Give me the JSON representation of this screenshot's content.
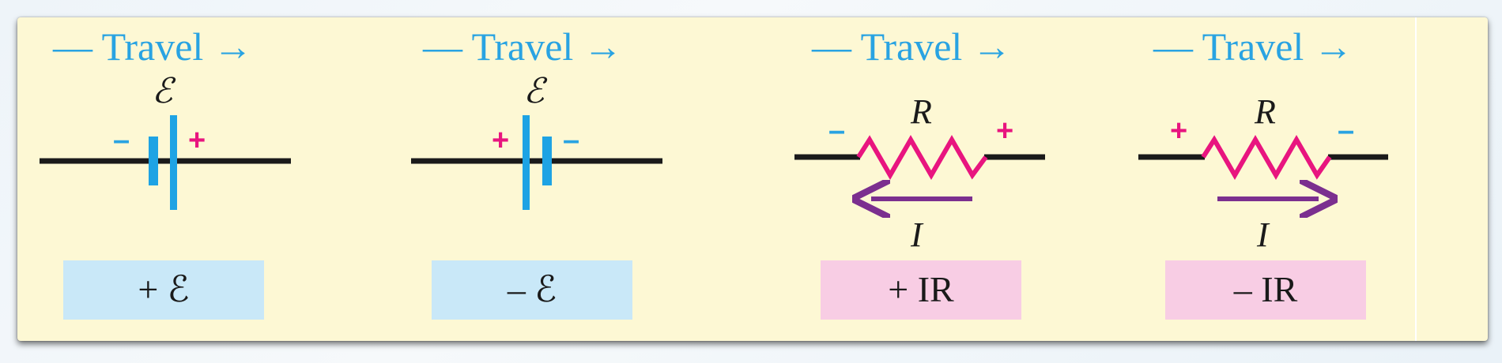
{
  "panels": [
    {
      "travel_label": "— Travel →",
      "element": "battery",
      "symbol": "ℰ",
      "left_sign": "–",
      "right_sign": "+",
      "result": "+ ℰ"
    },
    {
      "travel_label": "— Travel →",
      "element": "battery",
      "symbol": "ℰ",
      "left_sign": "+",
      "right_sign": "–",
      "result": "– ℰ"
    },
    {
      "travel_label": "— Travel →",
      "element": "resistor",
      "symbol": "R",
      "left_sign": "–",
      "right_sign": "+",
      "current_label": "I",
      "current_direction": "left",
      "result": "+ IR"
    },
    {
      "travel_label": "— Travel →",
      "element": "resistor",
      "symbol": "R",
      "left_sign": "+",
      "right_sign": "–",
      "current_label": "I",
      "current_direction": "right",
      "result": "– IR"
    }
  ],
  "colors": {
    "panel_background": "#fdf8d4",
    "travel_text": "#29a3e2",
    "battery_plates": "#1ea3e4",
    "resistor": "#e8157f",
    "current_arrow": "#7b2f8f",
    "wire": "#1a1a1a",
    "emf_box": "#c9e8f8",
    "ir_box": "#f8cde4"
  }
}
